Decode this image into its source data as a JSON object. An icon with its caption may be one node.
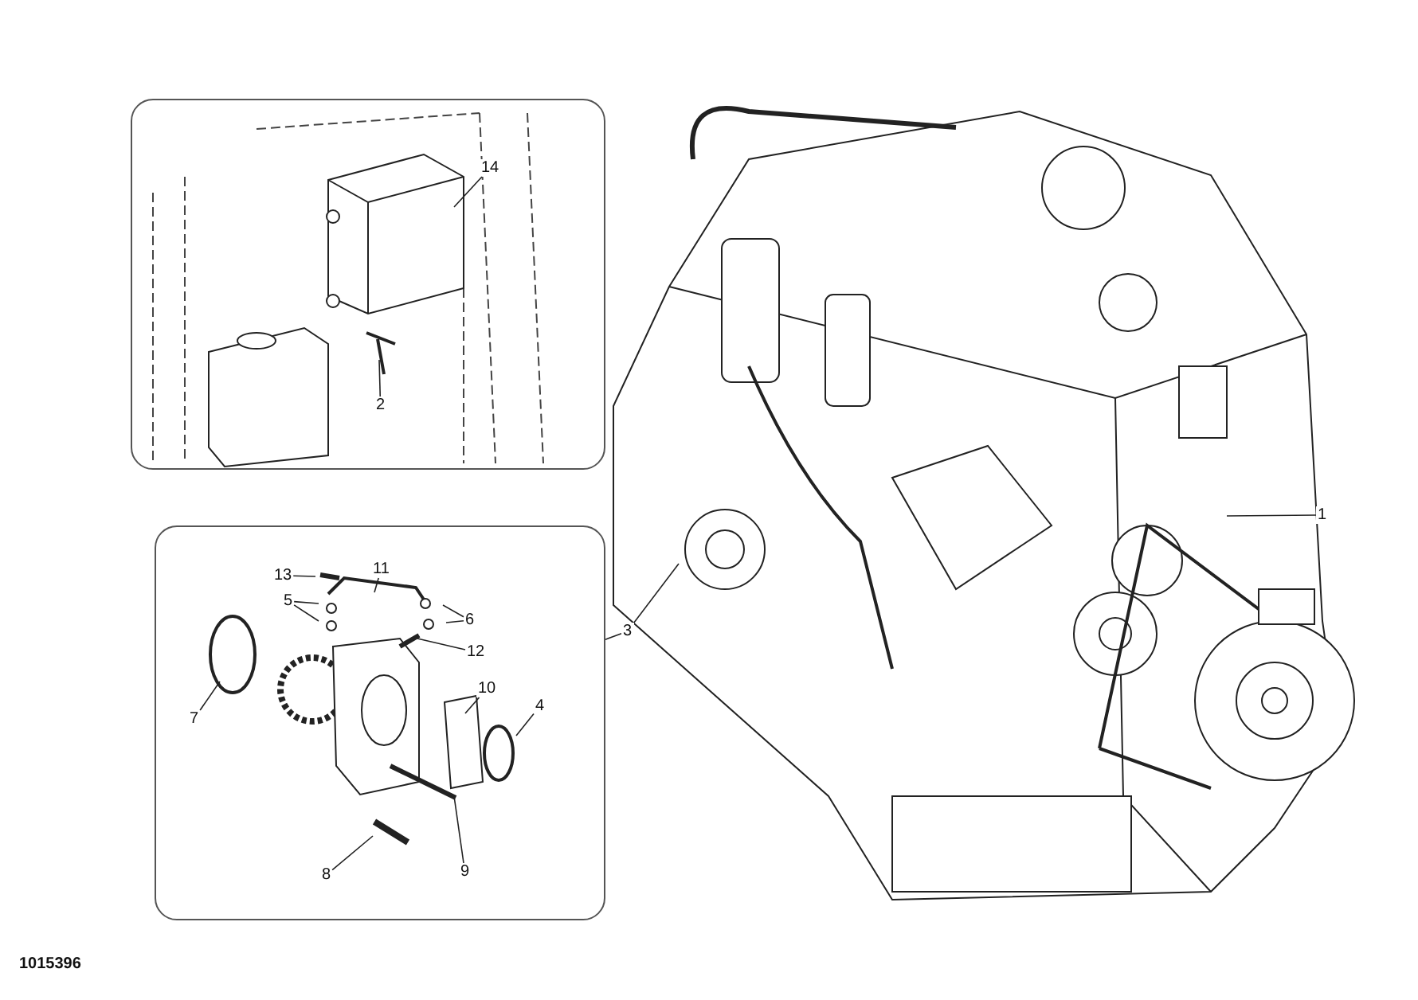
{
  "diagram": {
    "nodes": [
      {
        "text": [],
        "shape": "box"
      },
      {
        "text": [
          "14"
        ],
        "in": 0
      },
      {
        "text": [
          "2"
        ],
        "in": 0
      },
      {
        "text": [],
        "shape": "box"
      },
      {
        "text": [
          "13"
        ],
        "in": 3
      },
      {
        "text": [
          "11"
        ],
        "in": 3
      },
      {
        "text": [
          "5"
        ],
        "in": 3
      },
      {
        "text": [
          "6"
        ],
        "in": 3
      },
      {
        "text": [
          "12"
        ],
        "in": 3
      },
      {
        "text": [
          "7"
        ],
        "in": 3
      },
      {
        "text": [
          "10"
        ],
        "in": 3
      },
      {
        "text": [
          "4"
        ],
        "in": 3
      },
      {
        "text": [
          "8"
        ],
        "in": 3
      },
      {
        "text": [
          "9"
        ],
        "in": 3
      },
      {
        "text": [
          "3"
        ]
      },
      {
        "text": [
          "1"
        ]
      }
    ],
    "edges": [
      {
        "from": 1,
        "to": null,
        "arrow": "none"
      },
      {
        "from": 2,
        "to": null,
        "arrow": "none"
      },
      {
        "from": 4,
        "to": null,
        "arrow": "none"
      },
      {
        "from": 5,
        "to": null,
        "arrow": "none"
      },
      {
        "from": 6,
        "to": null,
        "arrow": "none"
      },
      {
        "from": 6,
        "to": null,
        "arrow": "none"
      },
      {
        "from": 7,
        "to": null,
        "arrow": "none"
      },
      {
        "from": 7,
        "to": null,
        "arrow": "none"
      },
      {
        "from": 8,
        "to": null,
        "arrow": "none"
      },
      {
        "from": 9,
        "to": null,
        "arrow": "none"
      },
      {
        "from": 10,
        "to": null,
        "arrow": "none"
      },
      {
        "from": 11,
        "to": null,
        "arrow": "none"
      },
      {
        "from": 12,
        "to": null,
        "arrow": "none"
      },
      {
        "from": 13,
        "to": null,
        "arrow": "none"
      },
      {
        "from": 14,
        "to": 3,
        "arrow": "none"
      },
      {
        "from": 14,
        "to": null,
        "arrow": "none"
      },
      {
        "from": 15,
        "to": null,
        "arrow": "none"
      }
    ],
    "labels": [
      "1015396"
    ]
  }
}
